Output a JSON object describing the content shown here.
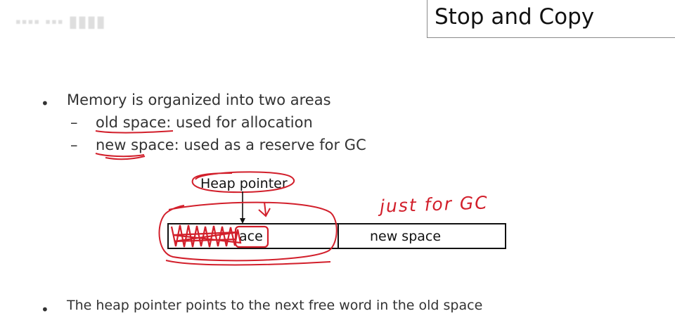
{
  "logo": {
    "text": "ᗷ·ɪʀɪᴀᴄʜᴇ ᴜɴɪᴠ"
  },
  "slide": {
    "title": "Stop and Copy",
    "bullets": [
      {
        "text": "Memory is organized into two areas"
      },
      {
        "text": "The heap pointer points to the next free word in the old space"
      }
    ],
    "sub_bullets": [
      {
        "text": "old space: used for allocation"
      },
      {
        "text": "new space: used as a reserve for GC"
      }
    ],
    "bullet_symbol": "•",
    "dash_symbol": "–"
  },
  "diagram": {
    "heap_pointer_label": "Heap pointer",
    "old_space_label_visible": "ace",
    "new_space_label": "new space"
  },
  "annotation": {
    "handwritten_note": "just for GC",
    "ink_color": "#d21f2b"
  }
}
